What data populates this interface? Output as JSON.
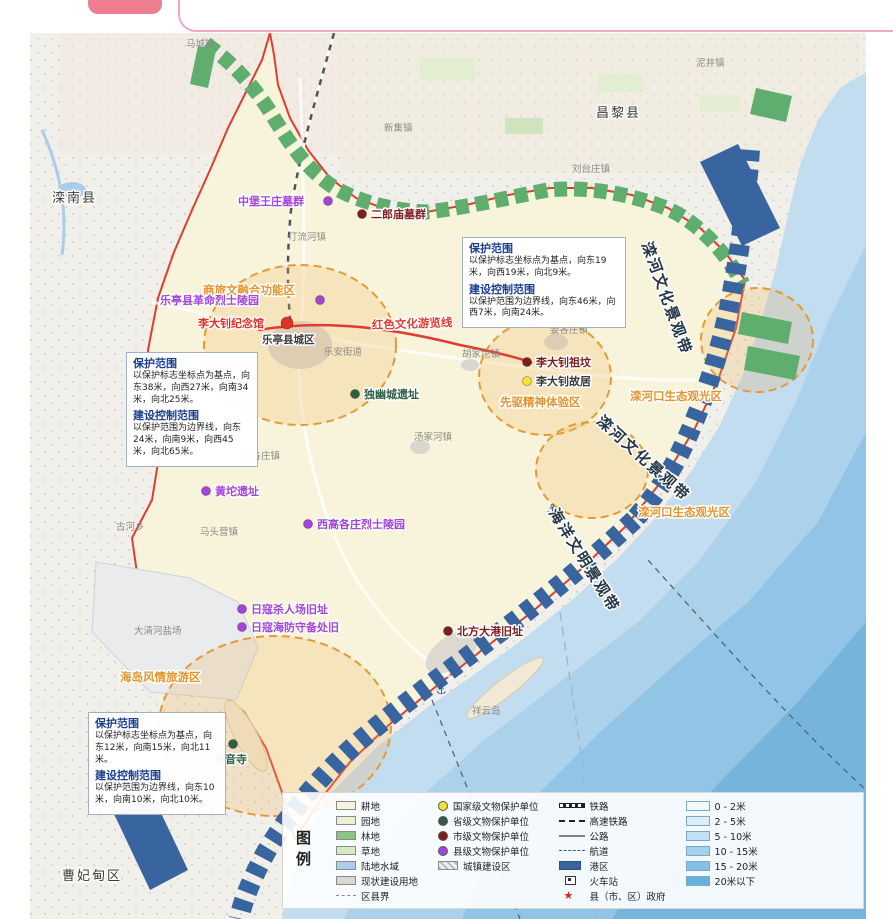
{
  "colors": {
    "national": "#f2e531",
    "provincial": "#2e5f45",
    "municipal": "#7d1d1d",
    "county_level": "#a245d8",
    "red_site": "#e23024",
    "site_dark": "#3a3a3a",
    "zone_orange": "#e5942d",
    "route_red": "#e03c31",
    "belt_blue": "#38659f",
    "river_green": "#5fae6e",
    "county_boundary": "#e03c31",
    "sea": "#c2dcf0"
  },
  "map": {
    "regions": {
      "luannan": "滦南县",
      "changli": "昌黎县",
      "caofeidian": "曹妃甸区"
    },
    "belts": {
      "luanhe_upper": "滦河文化景观带",
      "luanhe_lower": "滦河文化景观带",
      "ocean": "海洋文明景观带"
    },
    "zones": {
      "business": "商旅文融合功能区",
      "pioneer": "先驱精神体验区",
      "estuary_upper": "滦河口生态观光区",
      "estuary_lower": "滦河口生态观光区",
      "island": "海岛风情旅游区"
    },
    "route_label": "红色文化游览线",
    "city_label": "乐亭县城区",
    "sites": {
      "zhongbao": "中堡王庄墓群",
      "erlangmiao": "二郎庙墓群",
      "lieshilingyuan": "乐亭县革命烈士陵园",
      "jinianguan": "李大钊纪念馆",
      "zufen": "李大钊祖坟",
      "guju": "李大钊故居",
      "duyoucheng": "独幽城遗址",
      "huangtuo": "黄坨遗址",
      "xigaogezhuang": "西高各庄烈士陵园",
      "sharenchang": "日寇杀人场旧址",
      "haifang": "日寇海防守备处旧",
      "beifangdagang": "北方大港旧址",
      "chaoyinsi": "潮音寺"
    },
    "towns": [
      "马城镇",
      "泥井镇",
      "刘台庄镇",
      "新集镇",
      "汀流河镇",
      "胡家坨镇",
      "姜各庄镇",
      "汤家河镇",
      "闫各庄镇",
      "马头营镇",
      "古河乡",
      "乐安街道",
      "大清河盐场",
      "祥云岛"
    ],
    "infoboxes": [
      {
        "t1": "保护范围",
        "b1": "以保护标志坐标点为基点，向东19米，向西19米，向北9米。",
        "t2": "建设控制范围",
        "b2": "以保护范围为边界线，向东46米，向西7米，向南24米。"
      },
      {
        "t1": "保护范围",
        "b1": "以保护标志坐标点为基点，向东38米，向西27米，向南34米，向北25米。",
        "t2": "建设控制范围",
        "b2": "以保护范围为边界线，向东24米，向南9米，向西45米，向北65米。"
      },
      {
        "t1": "保护范围",
        "b1": "以保护标志坐标点为基点，向东12米，向南15米，向北11米。",
        "t2": "建设控制范围",
        "b2": "以保护范围为边界线，向东10米，向南10米，向北10米。"
      }
    ]
  },
  "legend": {
    "title": "图例",
    "land": [
      {
        "label": "耕地",
        "color": "#f8f4dc"
      },
      {
        "label": "园地",
        "color": "#eaf0d0"
      },
      {
        "label": "林地",
        "color": "#8cc483"
      },
      {
        "label": "草地",
        "color": "#d6e9c1"
      },
      {
        "label": "陆地水域",
        "color": "#a9cdea"
      },
      {
        "label": "现状建设用地",
        "color": "#d9d8d4"
      },
      {
        "label": "区县界",
        "color": "#9a9a9a"
      }
    ],
    "sites": [
      {
        "label": "国家级文物保护单位",
        "color": "#f2e531"
      },
      {
        "label": "省级文物保护单位",
        "color": "#2e5f45"
      },
      {
        "label": "市级文物保护单位",
        "color": "#7d1d1d"
      },
      {
        "label": "县级文物保护单位",
        "color": "#a245d8"
      },
      {
        "label": "城镇建设区",
        "color": "#d9d8d4"
      }
    ],
    "lines": [
      {
        "label": "铁路"
      },
      {
        "label": "高速铁路"
      },
      {
        "label": "公路"
      },
      {
        "label": "航道"
      },
      {
        "label": "港区",
        "color": "#38659f"
      },
      {
        "label": "火车站"
      },
      {
        "label": "县（市、区）政府",
        "icon": "★"
      }
    ],
    "depths": [
      {
        "label": "0 - 2米",
        "color": "#f3f9fd"
      },
      {
        "label": "2 - 5米",
        "color": "#ddeefa"
      },
      {
        "label": "5 - 10米",
        "color": "#c2e1f4"
      },
      {
        "label": "10 - 15米",
        "color": "#a4d2ee"
      },
      {
        "label": "15 - 20米",
        "color": "#85c1e6"
      },
      {
        "label": "20米以下",
        "color": "#66b0dd"
      }
    ]
  }
}
